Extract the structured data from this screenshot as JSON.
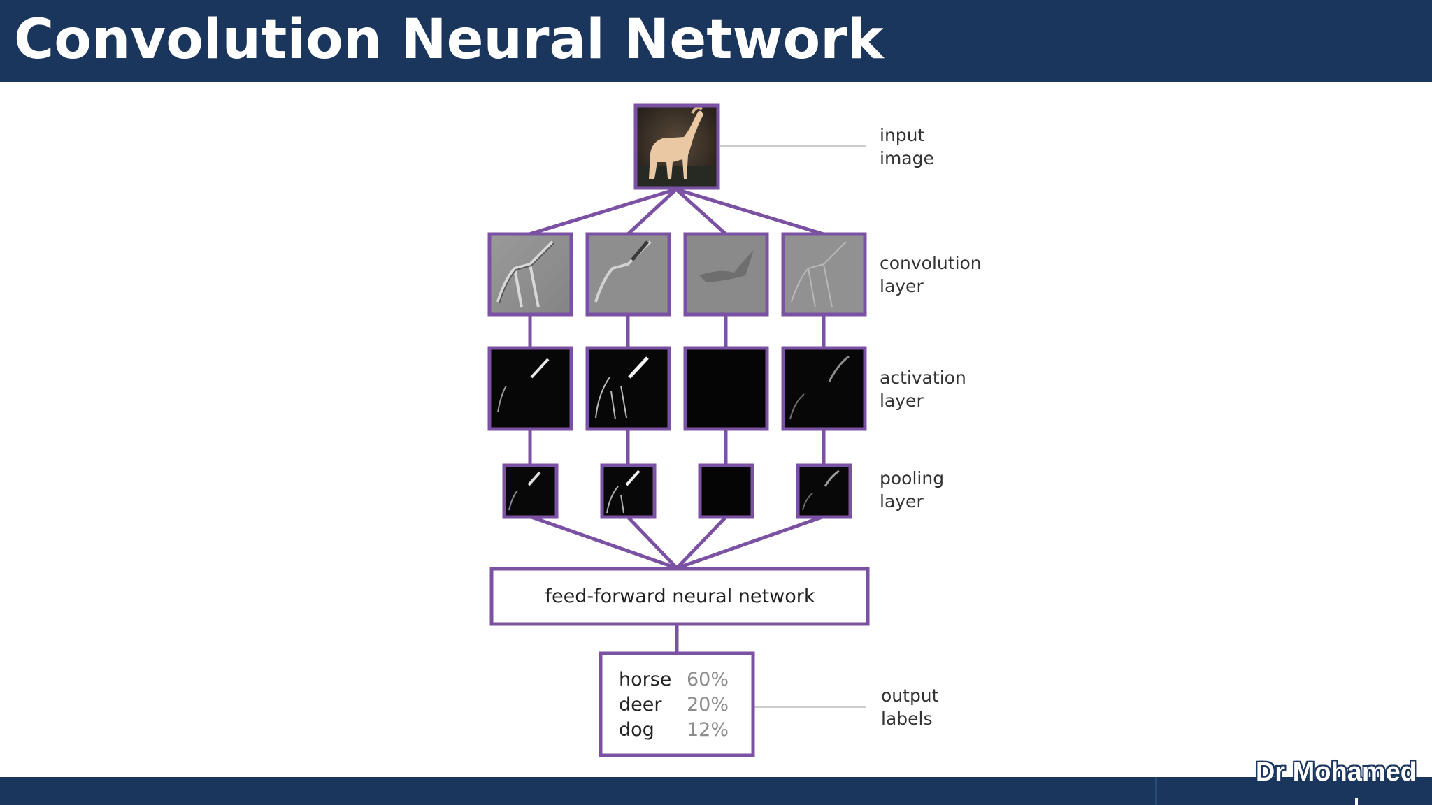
{
  "slide": {
    "title": "Convolution Neural Network",
    "author": "Dr Mohamed"
  },
  "diagram": {
    "labels": {
      "input": [
        "input",
        "image"
      ],
      "convolution": [
        "convolution",
        "layer"
      ],
      "activation": [
        "activation",
        "layer"
      ],
      "pooling": [
        "pooling",
        "layer"
      ],
      "output": [
        "output",
        "labels"
      ]
    },
    "network_box": "feed-forward neural network",
    "outputs": [
      {
        "label": "horse",
        "value": "60%"
      },
      {
        "label": "deer",
        "value": "20%"
      },
      {
        "label": "dog",
        "value": "12%"
      }
    ],
    "colors": {
      "accent": "#7b52a3",
      "header": "#1b365d",
      "leader_line": "#cccccc"
    }
  }
}
